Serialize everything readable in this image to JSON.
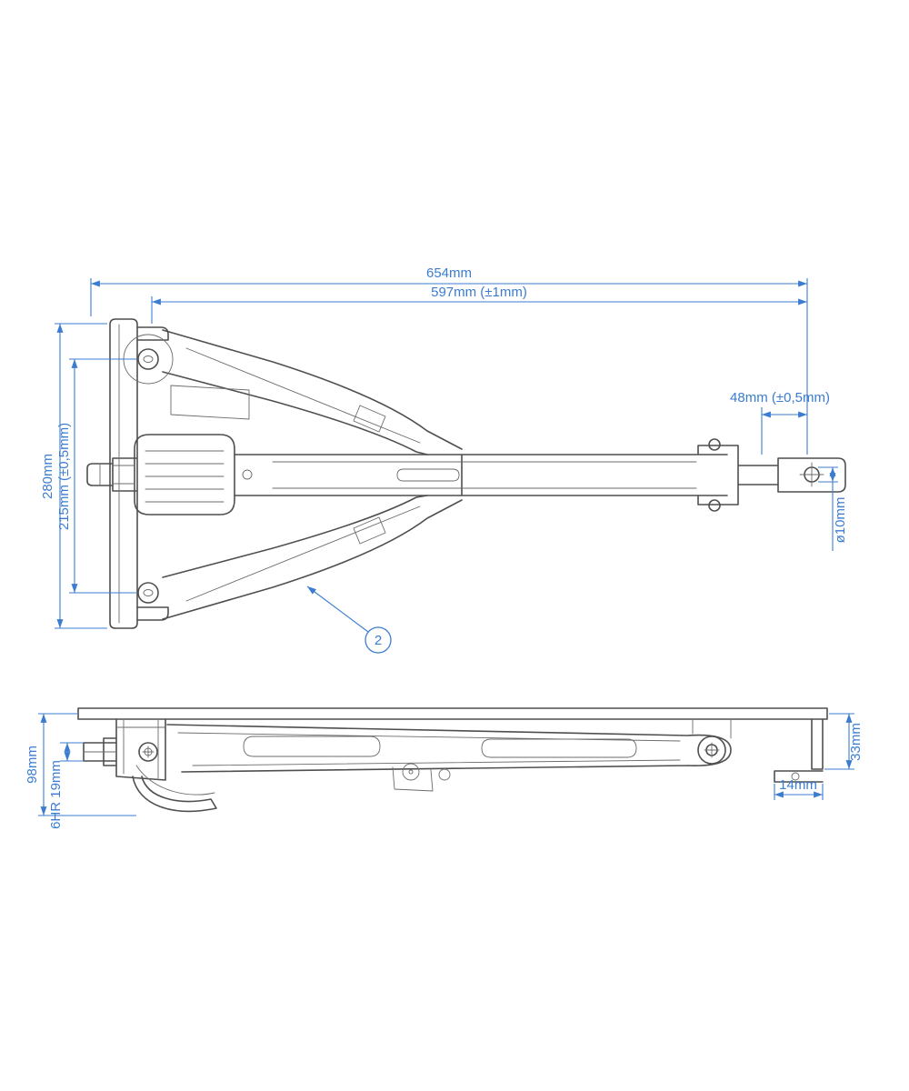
{
  "meta": {
    "drawing_type": "technical-dimension-drawing",
    "line_color": "#4f4f4f",
    "dimension_color": "#3b7cd0",
    "background_color": "#ffffff"
  },
  "top_view": {
    "dim_overall_length": "654mm",
    "dim_body_length": "597mm (±1mm)",
    "dim_pin_offset": "48mm (±0,5mm)",
    "dim_pin_diameter": "ø10mm",
    "dim_overall_height": "280mm",
    "dim_hole_spacing": "215mm (±0,5mm)",
    "balloon_label": "2"
  },
  "side_view": {
    "dim_total_height": "98mm",
    "dim_hex_drive": "6HR 19mm",
    "dim_right_height": "33mm",
    "dim_pin_length": "14mm"
  }
}
